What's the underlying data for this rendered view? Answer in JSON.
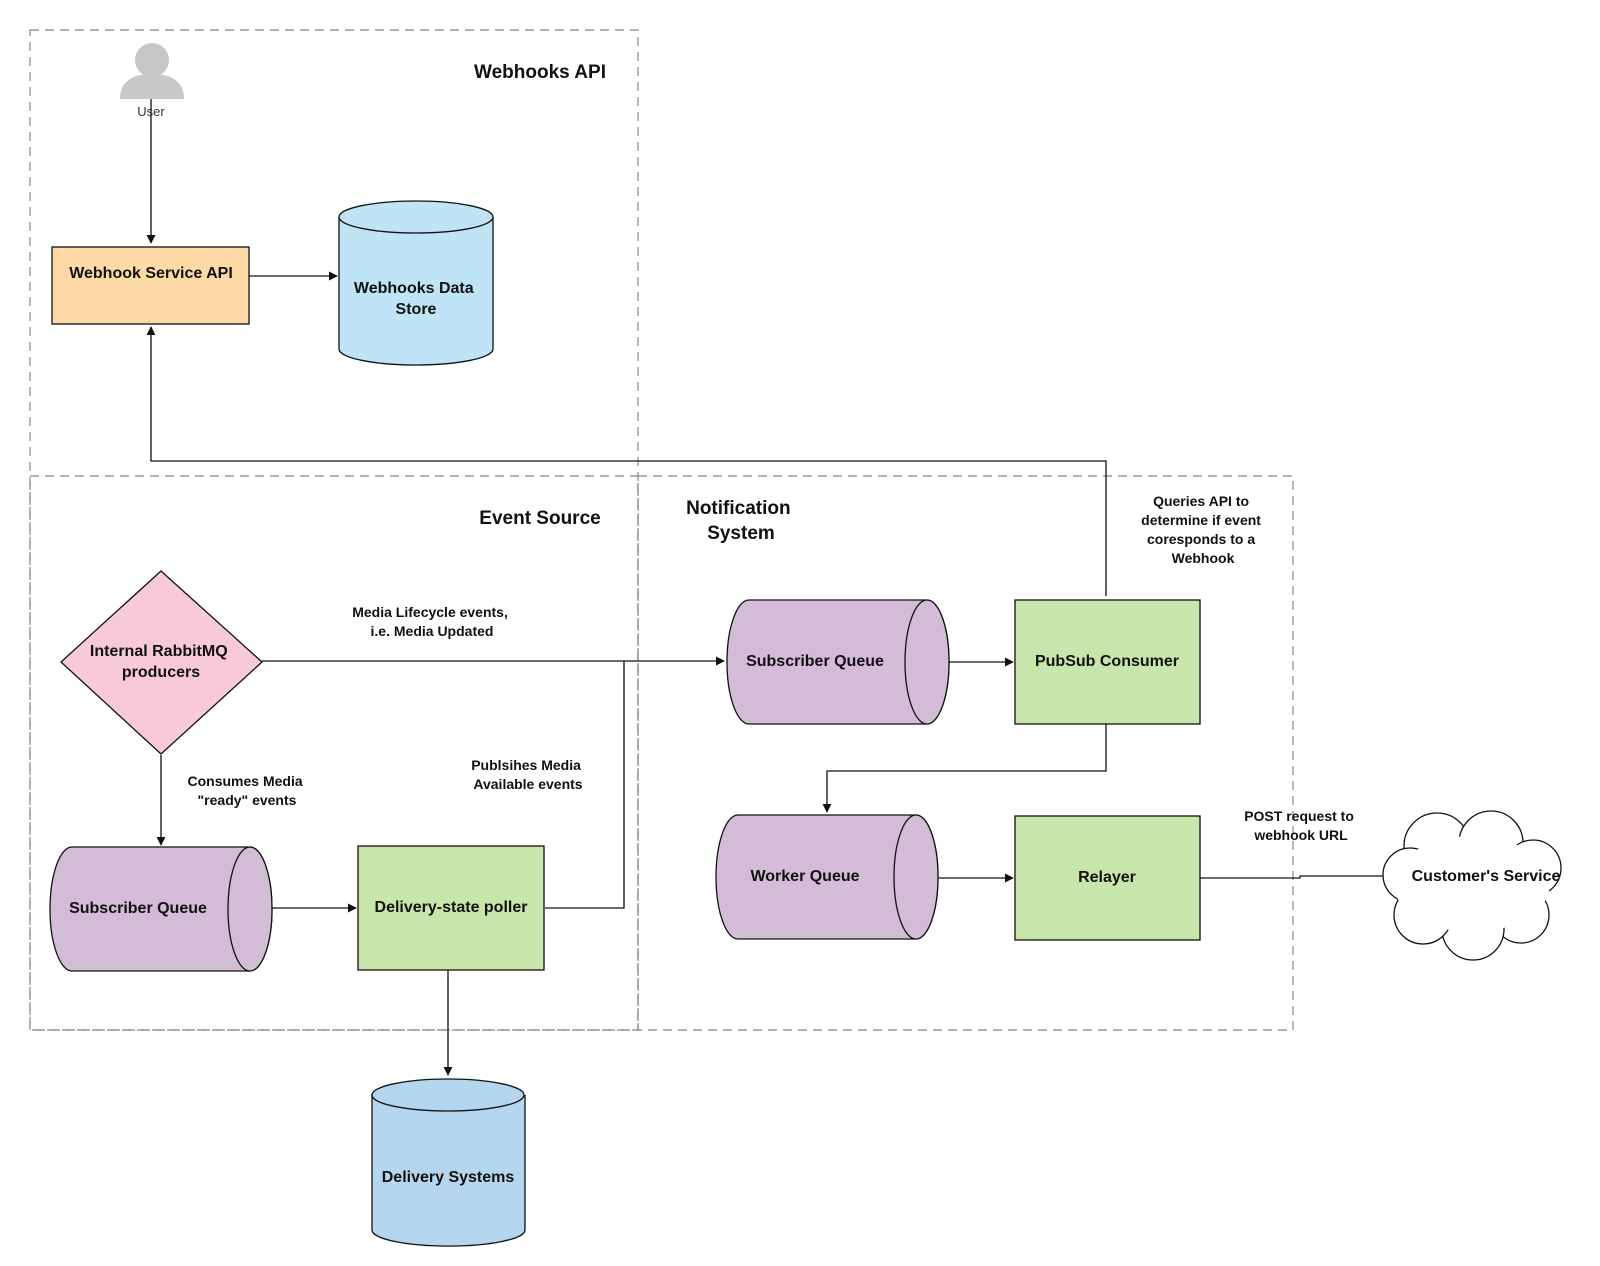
{
  "regions": {
    "webhooks_api": "Webhooks API",
    "event_source": "Event Source",
    "notification_system": [
      "Notification",
      "System"
    ]
  },
  "nodes": {
    "user": "User",
    "webhook_service_api": "Webhook Service API",
    "webhooks_data_store": [
      "Webhooks Data",
      "Store"
    ],
    "internal_rabbitmq_producers": [
      "Internal RabbitMQ",
      "producers"
    ],
    "subscriber_queue_left": "Subscriber Queue",
    "delivery_state_poller": "Delivery-state poller",
    "delivery_systems": "Delivery Systems",
    "subscriber_queue_right": "Subscriber Queue",
    "pubsub_consumer": "PubSub Consumer",
    "worker_queue": "Worker Queue",
    "relayer": "Relayer",
    "customers_service": "Customer's Service"
  },
  "edge_labels": {
    "media_lifecycle": [
      "Media Lifecycle events,",
      "i.e. Media Updated"
    ],
    "consumes_media": [
      "Consumes Media",
      "\"ready\" events"
    ],
    "publishes_media": [
      "Publsihes Media",
      "Available events"
    ],
    "queries_api": [
      "Queries API to",
      "determine if event",
      "coresponds to a",
      "Webhook"
    ],
    "post_request": [
      "POST request to",
      "webhook URL"
    ]
  },
  "colors": {
    "api_box": "#fdd9a5",
    "data_store": "#bfe4f6",
    "producer": "#f8cad8",
    "queue": "#d2bcd6",
    "worker": "#c8e6ab",
    "delivery_store": "#b5d6ef",
    "user_icon": "#c8c8c8"
  },
  "icons": {
    "user": "user-avatar-icon",
    "customers_service": "cloud-icon"
  }
}
